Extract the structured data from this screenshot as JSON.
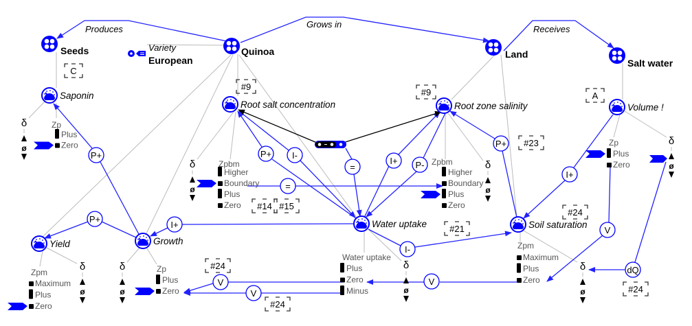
{
  "entities": {
    "seeds": "Seeds",
    "quinoa": "Quinoa",
    "land": "Land",
    "salt_water": "Salt water"
  },
  "attribute": {
    "name": "Variety",
    "value": "European"
  },
  "relations": {
    "produces": "Produces",
    "grows_in": "Grows in",
    "receives": "Receives"
  },
  "quantities": {
    "saponin": "Saponin",
    "root_salt": "Root salt concentration",
    "root_zone": "Root zone salinity",
    "volume": "Volume !",
    "yield": "Yield",
    "growth": "Growth",
    "water_uptake": "Water uptake",
    "soil_saturation": "Soil saturation"
  },
  "quantity_spaces": [
    {
      "quantity": "saponin",
      "name": "Zp",
      "values": [
        "Plus",
        "Zero"
      ],
      "types": [
        "interval",
        "point"
      ],
      "current": "Zero"
    },
    {
      "quantity": "root_salt",
      "name": "Zpbm",
      "values": [
        "Higher",
        "Boundary",
        "Plus",
        "Zero"
      ],
      "types": [
        "interval",
        "point",
        "interval",
        "point"
      ],
      "current": "Boundary"
    },
    {
      "quantity": "root_zone",
      "name": "Zpbm",
      "values": [
        "Higher",
        "Boundary",
        "Plus",
        "Zero"
      ],
      "types": [
        "interval",
        "point",
        "interval",
        "point"
      ],
      "current": "Plus"
    },
    {
      "quantity": "volume",
      "name": "Zp",
      "values": [
        "Plus",
        "Zero"
      ],
      "types": [
        "interval",
        "point"
      ],
      "current": "Plus"
    },
    {
      "quantity": "yield",
      "name": "Zpm",
      "values": [
        "Maximum",
        "Plus",
        "Zero"
      ],
      "types": [
        "point",
        "interval",
        "point"
      ],
      "current": "Zero"
    },
    {
      "quantity": "growth",
      "name": "Zp",
      "values": [
        "Plus",
        "Zero"
      ],
      "types": [
        "interval",
        "point"
      ],
      "current": "Zero"
    },
    {
      "quantity": "water_uptake",
      "name": "Water uptake",
      "values": [
        "Plus",
        "Zero",
        "Minus"
      ],
      "types": [
        "interval",
        "point",
        "interval"
      ],
      "current": null
    },
    {
      "quantity": "soil_saturation",
      "name": "Zpm",
      "values": [
        "Maximum",
        "Plus",
        "Zero"
      ],
      "types": [
        "point",
        "interval",
        "point"
      ],
      "current": null
    }
  ],
  "derivative": {
    "symbol": "δ",
    "zero": "ø",
    "increasing_current_for": [
      "volume"
    ]
  },
  "dependencies": {
    "saponin_p": "P+",
    "yield_p": "P+",
    "growth_i": "I+",
    "root_salt_p": "P+",
    "root_salt_i": "I-",
    "corr_eq": "=",
    "root_zone_i": "I+",
    "root_zone_p": "P-",
    "soil_p": "P+",
    "volume_i": "I+",
    "soil_i": "I-",
    "boundary_eq": "=",
    "volume_v": "V",
    "soil_v": "V",
    "growth_v1": "V",
    "growth_v2": "V",
    "dq": "dQ"
  },
  "identifiers": [
    "C",
    "#9",
    "#9",
    "A",
    "#23",
    "#14",
    "#15",
    "#24",
    "#24",
    "#21",
    "#24",
    "#24"
  ],
  "colors": {
    "model": "#0000ff",
    "structure": "#bbbbbb",
    "text_secondary": "#555555"
  }
}
